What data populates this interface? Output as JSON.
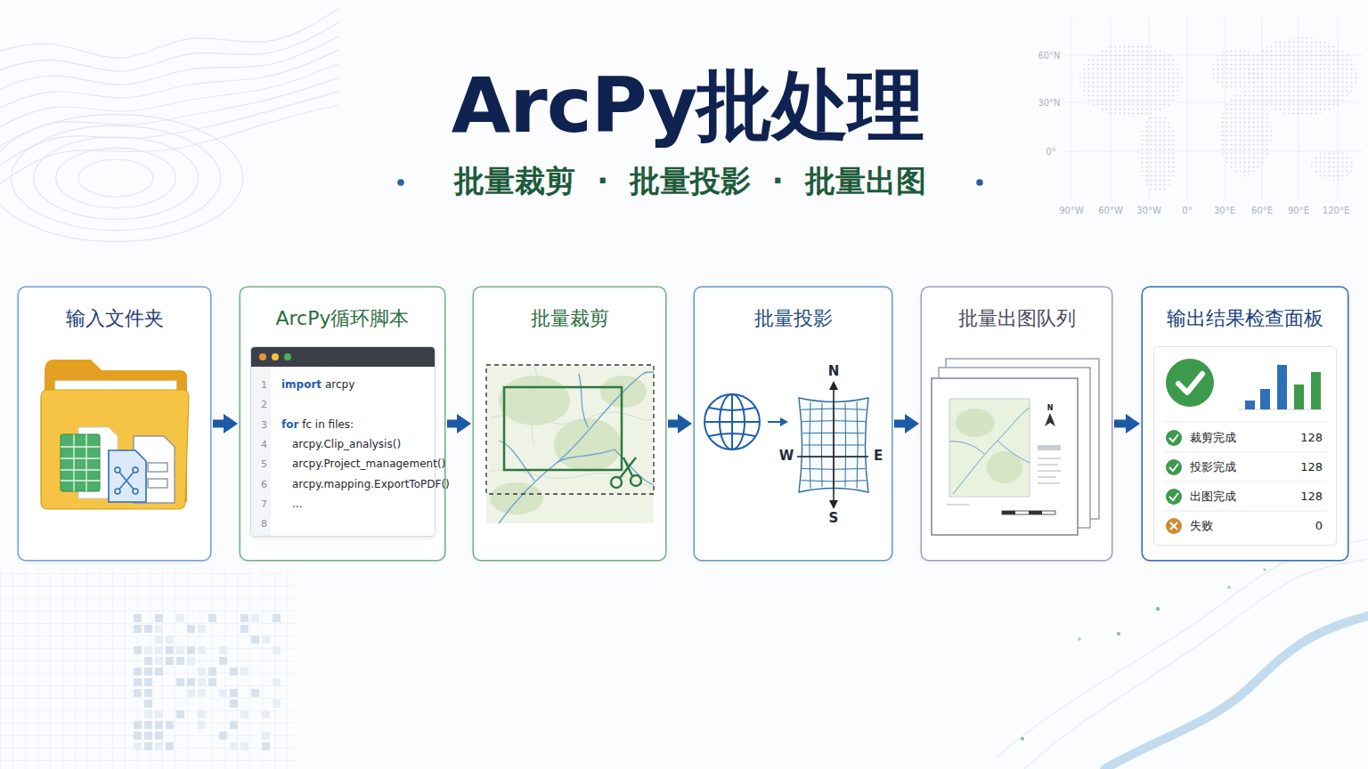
{
  "diagram": {
    "title": "ArcPy批处理",
    "nodes": [
      {
        "text": [
          "输入文件夹"
        ]
      },
      {
        "text": [
          "ArcPy循环脚本"
        ]
      },
      {
        "text": [
          "1",
          "import arcpy",
          "2",
          "3",
          "for fc in files:",
          "4",
          "arcpy.Clip_analysis()",
          "5",
          "arcpy.Project_management()",
          "6",
          "arcpy.mapping.ExportToPDF()",
          "7",
          "...",
          "8"
        ],
        "in": 1
      },
      {
        "text": [
          "批量裁剪"
        ]
      },
      {
        "text": [
          "批量投影",
          "N",
          "W",
          "E",
          "S"
        ]
      },
      {
        "text": [
          "批量出图队列",
          "N"
        ]
      },
      {
        "text": [
          "输出结果检查面板"
        ]
      },
      {
        "text": [
          "裁剪完成",
          "128",
          "投影完成",
          "128",
          "出图完成",
          "128",
          "失败",
          "0"
        ],
        "in": 6
      }
    ],
    "edges": [
      {
        "from": 0,
        "to": 1,
        "arrow": "to"
      },
      {
        "from": 1,
        "to": 3,
        "arrow": "to"
      },
      {
        "from": 3,
        "to": 4,
        "arrow": "to"
      },
      {
        "from": 4,
        "to": 5,
        "arrow": "to"
      },
      {
        "from": 5,
        "to": 6,
        "arrow": "to"
      }
    ],
    "labels": [
      "批量裁剪 · 批量投影 · 批量出图",
      "60°N",
      "30°N",
      "0°",
      "90°W",
      "60°W",
      "30°W",
      "0°",
      "30°E",
      "60°E",
      "90°E",
      "120°E"
    ]
  }
}
